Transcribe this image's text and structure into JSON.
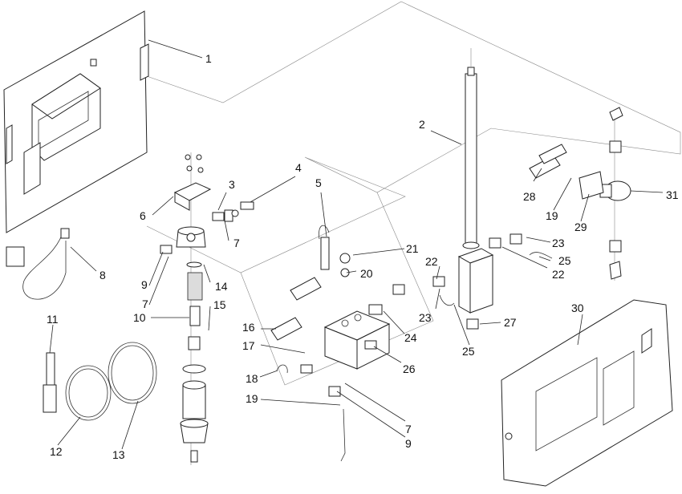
{
  "callouts": [
    "1",
    "2",
    "3",
    "4",
    "5",
    "6",
    "7",
    "7",
    "7",
    "8",
    "9",
    "9",
    "10",
    "11",
    "12",
    "13",
    "14",
    "15",
    "16",
    "17",
    "18",
    "19",
    "19",
    "20",
    "21",
    "22",
    "22",
    "23",
    "23",
    "24",
    "25",
    "25",
    "26",
    "27",
    "28",
    "29",
    "30",
    "31"
  ]
}
